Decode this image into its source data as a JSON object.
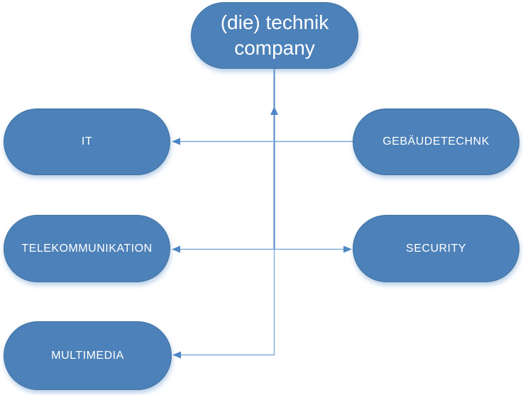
{
  "colors": {
    "node_fill": "#4d81b9",
    "node_border": "#41739f",
    "node_text": "#ffffff",
    "connector_primary": "#4e86c6",
    "connector_light": "#7fa9d9",
    "background": "#ffffff"
  },
  "nodes": {
    "root": {
      "label": "(die) technik company"
    },
    "it": {
      "label": "IT"
    },
    "gebaeudetechnk": {
      "label": "GEBÄUDETECHNK"
    },
    "telekommunikation": {
      "label": "TELEKOMMUNIKATION"
    },
    "security": {
      "label": "SECURITY"
    },
    "multimedia": {
      "label": "MULTIMEDIA"
    }
  },
  "edges": [
    {
      "from": "junction",
      "to": "root",
      "arrow": "up"
    },
    {
      "from": "gebaeudetechnk",
      "to": "it",
      "arrow": "left"
    },
    {
      "from": "telekommunikation",
      "to": "security",
      "arrow": "both"
    },
    {
      "from": "junction",
      "to": "multimedia",
      "arrow": "left-elbow"
    }
  ]
}
